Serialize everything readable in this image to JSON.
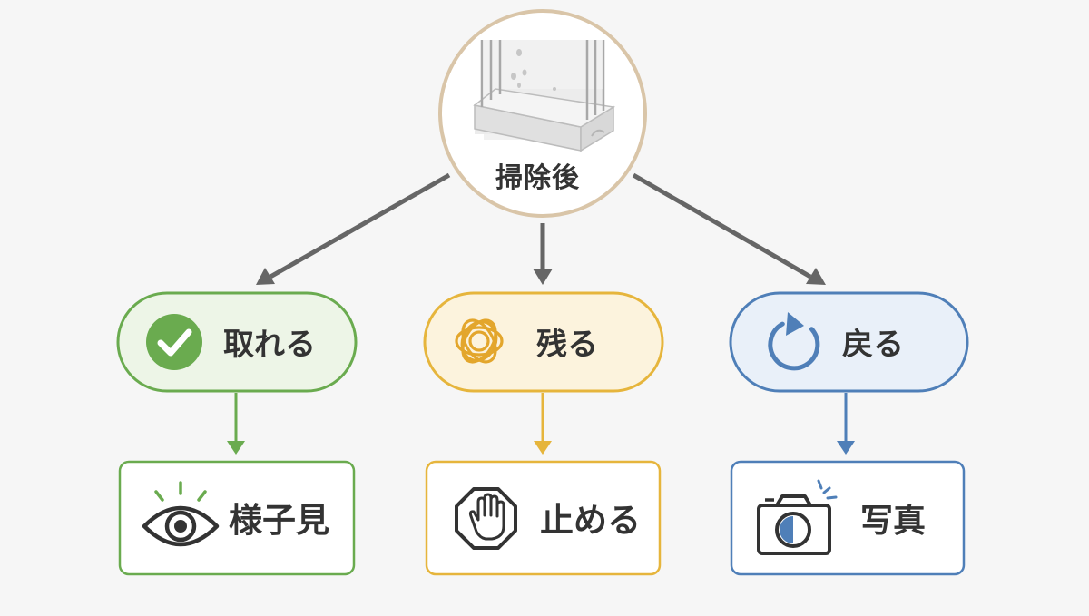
{
  "root": {
    "label": "掃除後",
    "icon": "window-sill-icon"
  },
  "states": [
    {
      "label": "取れる",
      "icon": "check-circle-icon",
      "color": "#6aab4f"
    },
    {
      "label": "残る",
      "icon": "tangle-icon",
      "color": "#e6b53c"
    },
    {
      "label": "戻る",
      "icon": "refresh-icon",
      "color": "#4f7fb8"
    }
  ],
  "actions": [
    {
      "label": "様子見",
      "icon": "eye-icon"
    },
    {
      "label": "止める",
      "icon": "stop-hand-icon"
    },
    {
      "label": "写真",
      "icon": "camera-icon"
    }
  ],
  "colors": {
    "connector": "#666666",
    "root_border": "#d9c5a8",
    "text": "#333333"
  }
}
